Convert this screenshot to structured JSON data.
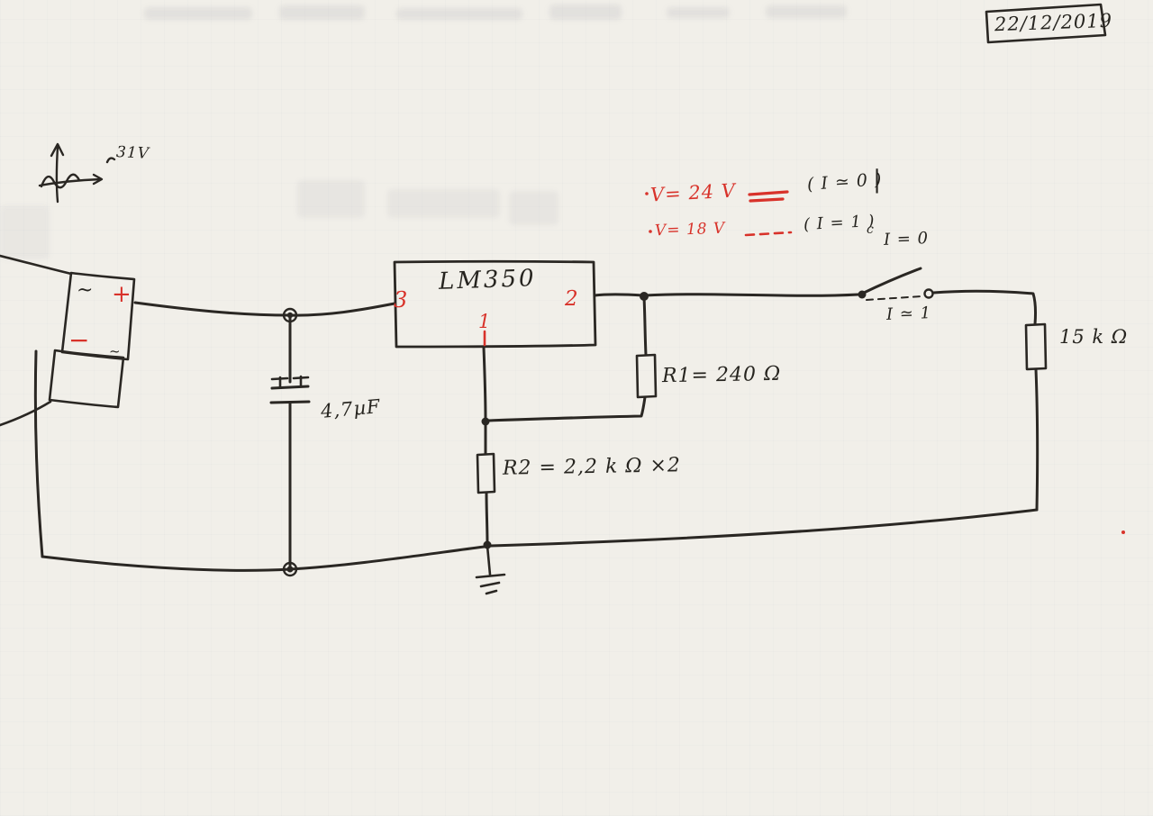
{
  "colors": {
    "paper": "#f1efe9",
    "ink": "#2a2723",
    "red": "#d8322a"
  },
  "date_note": {
    "text": "22/12/2019"
  },
  "source": {
    "voltage": "31V",
    "ac_top": "~",
    "plus": "+",
    "minus": "−",
    "ac_bottom": "~"
  },
  "regulator": {
    "label": "LM350",
    "pin_input": "3",
    "pin_output": "2",
    "pin_adjust": "1"
  },
  "capacitor": {
    "label": "4,7µF"
  },
  "resistors": {
    "r1": "R1= 240 Ω",
    "r2": "R2 = 2,2 k Ω ×2",
    "load": "15 k Ω"
  },
  "switch": {
    "state_open": "I = 0",
    "state_closed": "I ≃ 1"
  },
  "output_notes": {
    "line1_voltage": "V= 24 V",
    "line1_condition": "( I ≃ 0 )",
    "line1_tail": "|",
    "line2_voltage": "V= 18 V",
    "line2_condition": "( I = 1 )",
    "line2_tail": "c"
  }
}
